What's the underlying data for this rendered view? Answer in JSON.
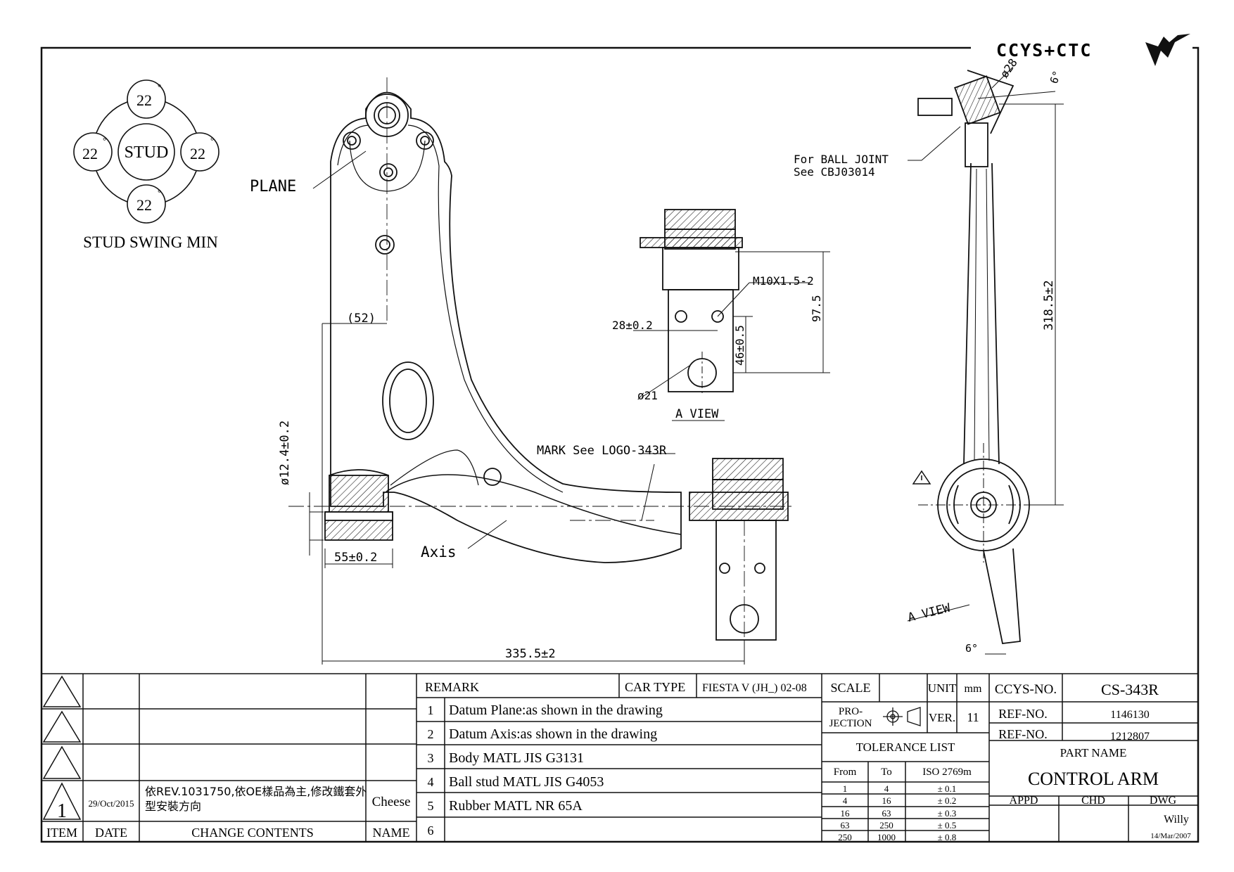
{
  "brand": {
    "logo_text": "CCYS+CTC"
  },
  "stud_swing": {
    "center_label": "STUD",
    "angles": [
      "22",
      "22",
      "22",
      "22"
    ],
    "degree_mark": "°",
    "caption": "STUD SWING MIN"
  },
  "main_view": {
    "plane_label": "PLANE",
    "dim_52": "(52)",
    "dim_diameter": "ø12.4±0.2",
    "dim_55": "55±0.2",
    "dim_length": "335.5±2",
    "mark_label": "MARK See LOGO-343R",
    "axis_label": "Axis"
  },
  "a_view_detail": {
    "thread": "M10X1.5-2",
    "dim_28": "28±0.2",
    "dim_97": "97.5",
    "dim_46": "46±0.5",
    "dim_21": "ø21",
    "title": "A VIEW"
  },
  "side_view": {
    "ball_joint_line1": "For BALL JOINT",
    "ball_joint_line2": "See CBJ03014",
    "dim_28": "ø28",
    "dim_6_top": "6°",
    "dim_318": "318.5±2",
    "a_view_label": "A VIEW",
    "dim_6_bottom": "6°"
  },
  "revision": {
    "headers": {
      "item": "ITEM",
      "date": "DATE",
      "change": "CHANGE CONTENTS",
      "name": "NAME"
    },
    "row": {
      "item": "1",
      "date": "29/Oct/2015",
      "change_line1": "依REV.1031750,依OE樣品為主,修改鐵套外",
      "change_line2": "型安裝方向",
      "name": "Cheese"
    }
  },
  "remarks": {
    "header": "REMARK",
    "car_type_label": "CAR TYPE",
    "car_type_value": "FIESTA V (JH_) 02-08",
    "items": [
      {
        "no": "1",
        "text": "Datum Plane:as shown in the drawing"
      },
      {
        "no": "2",
        "text": "Datum Axis:as shown in the drawing"
      },
      {
        "no": "3",
        "text": "Body MATL JIS G3131"
      },
      {
        "no": "4",
        "text": "Ball stud MATL JIS G4053"
      },
      {
        "no": "5",
        "text": "Rubber MATL NR 65A"
      },
      {
        "no": "6",
        "text": ""
      }
    ]
  },
  "info": {
    "scale_label": "SCALE",
    "unit_label": "UNIT",
    "unit_value": "mm",
    "projection_line1": "PRO-",
    "projection_line2": "JECTION",
    "ver_label": "VER.",
    "ver_value": "11",
    "tolerance_title": "TOLERANCE LIST",
    "tolerance_headers": [
      "From",
      "To",
      "ISO 2769m"
    ],
    "tolerance_rows": [
      [
        "1",
        "4",
        "± 0.1"
      ],
      [
        "4",
        "16",
        "± 0.2"
      ],
      [
        "16",
        "63",
        "± 0.3"
      ],
      [
        "63",
        "250",
        "± 0.5"
      ],
      [
        "250",
        "1000",
        "± 0.8"
      ]
    ]
  },
  "title_block": {
    "ccys_label": "CCYS-NO.",
    "ccys_value": "CS-343R",
    "ref1_label": "REF-NO.",
    "ref1_value": "1146130",
    "ref2_label": "REF-NO.",
    "ref2_value": "1212807",
    "part_name_label": "PART NAME",
    "part_name_value": "CONTROL ARM",
    "appd_label": "APPD",
    "chd_label": "CHD",
    "dwg_label": "DWG",
    "dwg_name": "Willy",
    "dwg_date": "14/Mar/2007"
  }
}
